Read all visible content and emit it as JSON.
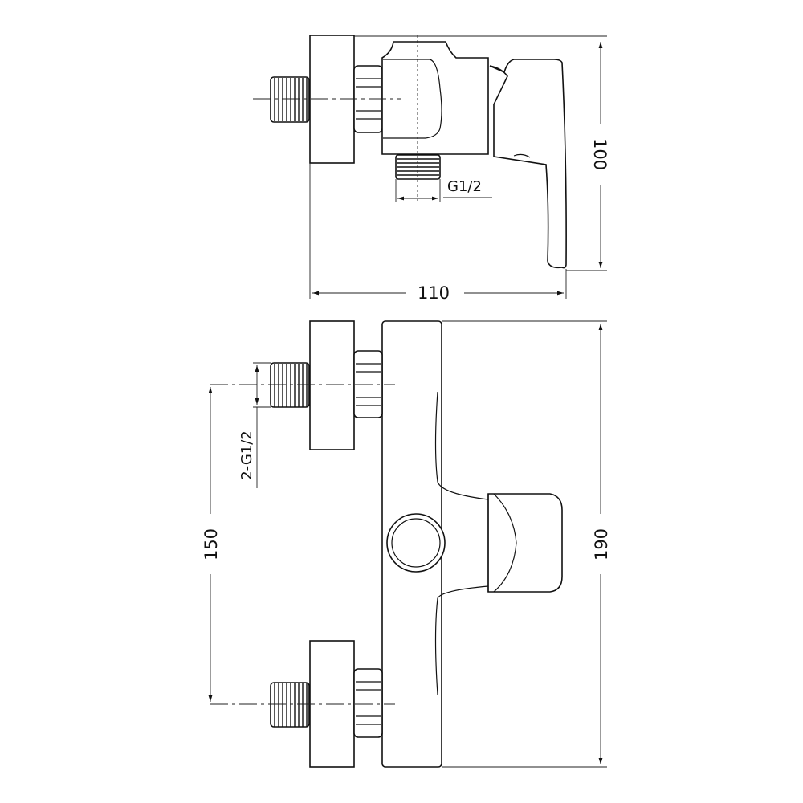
{
  "title": "Shower mixer dimension drawing",
  "dimensions": {
    "width": "110",
    "height_top": "100",
    "outlet_thread": "G1/2",
    "inlet_thread": "2-G1/2",
    "inlet_spacing": "150",
    "total_height": "190"
  }
}
